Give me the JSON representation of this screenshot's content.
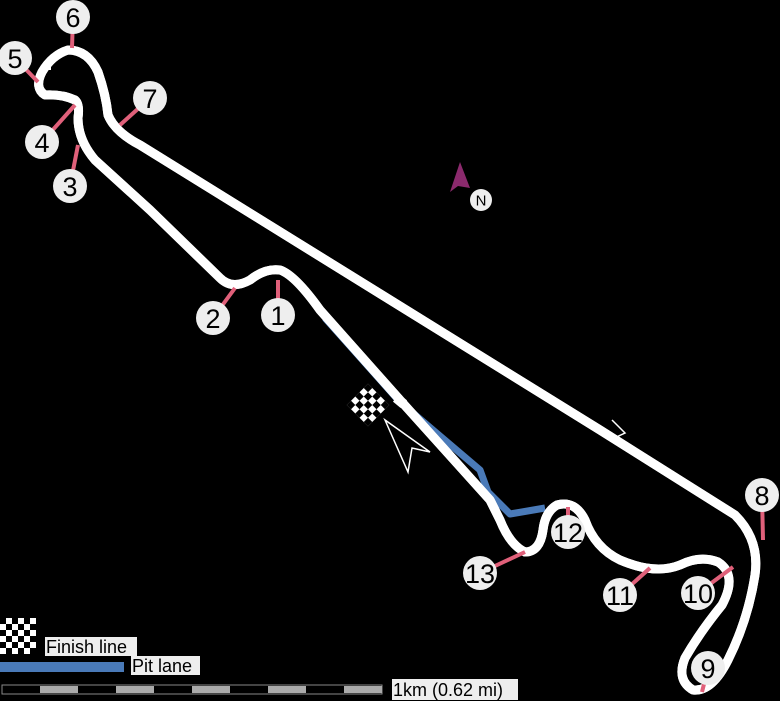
{
  "title": "Circuit map",
  "colors": {
    "track_outline": "#ffffff",
    "track": "#000000",
    "pit_lane": "#4a7ab8",
    "turn_marker": "#e0607a",
    "north": "#8b2a6d",
    "label_bg": "#eeeeee"
  },
  "turns": [
    "1",
    "2",
    "3",
    "4",
    "5",
    "6",
    "7",
    "8",
    "9",
    "10",
    "11",
    "12",
    "13"
  ],
  "north_label": "N",
  "legend": {
    "finish_line": "Finish line",
    "pit_lane": "Pit lane",
    "scale": "1km (0.62 mi)"
  }
}
